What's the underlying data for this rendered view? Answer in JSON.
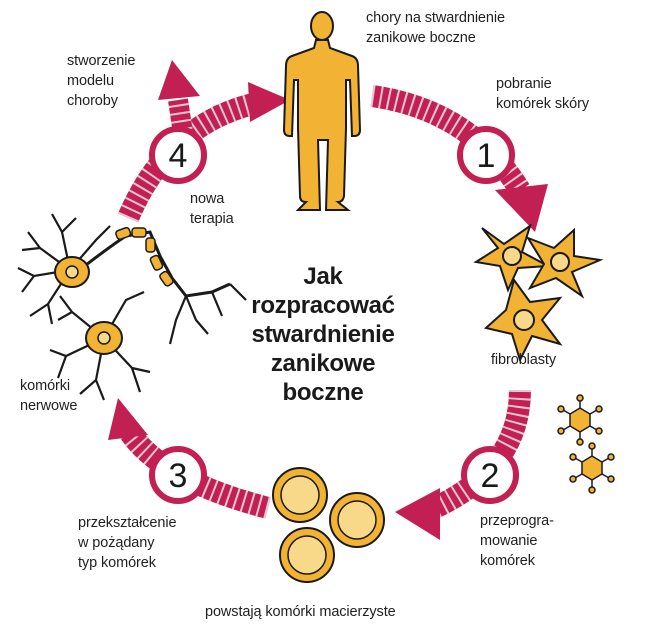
{
  "title": "Jak\nrozpracować\nstwardnienie\nzanikowe boczne",
  "steps": [
    {
      "number": "1",
      "label": "pobranie\nkomórek skóry"
    },
    {
      "number": "2",
      "label": "przeprogra-\nmowanie\nkomórek"
    },
    {
      "number": "3",
      "label": "przekształcenie\nw pożądany\ntyp komórek"
    },
    {
      "number": "4",
      "label": "nowa\nterapia"
    }
  ],
  "nodes": {
    "patient": "chory na stwardnienie\nzanikowe boczne",
    "fibroblasts": "fibroblasty",
    "stem_cells": "powstają komórki macierzyste",
    "neurons": "komórki\nnerwowe",
    "model": "stworzenie\nmodelu\nchoroby"
  },
  "colors": {
    "arrow": "#c21f52",
    "arrow_stripe": "#ffffff",
    "cell_fill": "#f2b233",
    "cell_outline": "#1a1a1a",
    "badge_fill": "#ffffff"
  }
}
